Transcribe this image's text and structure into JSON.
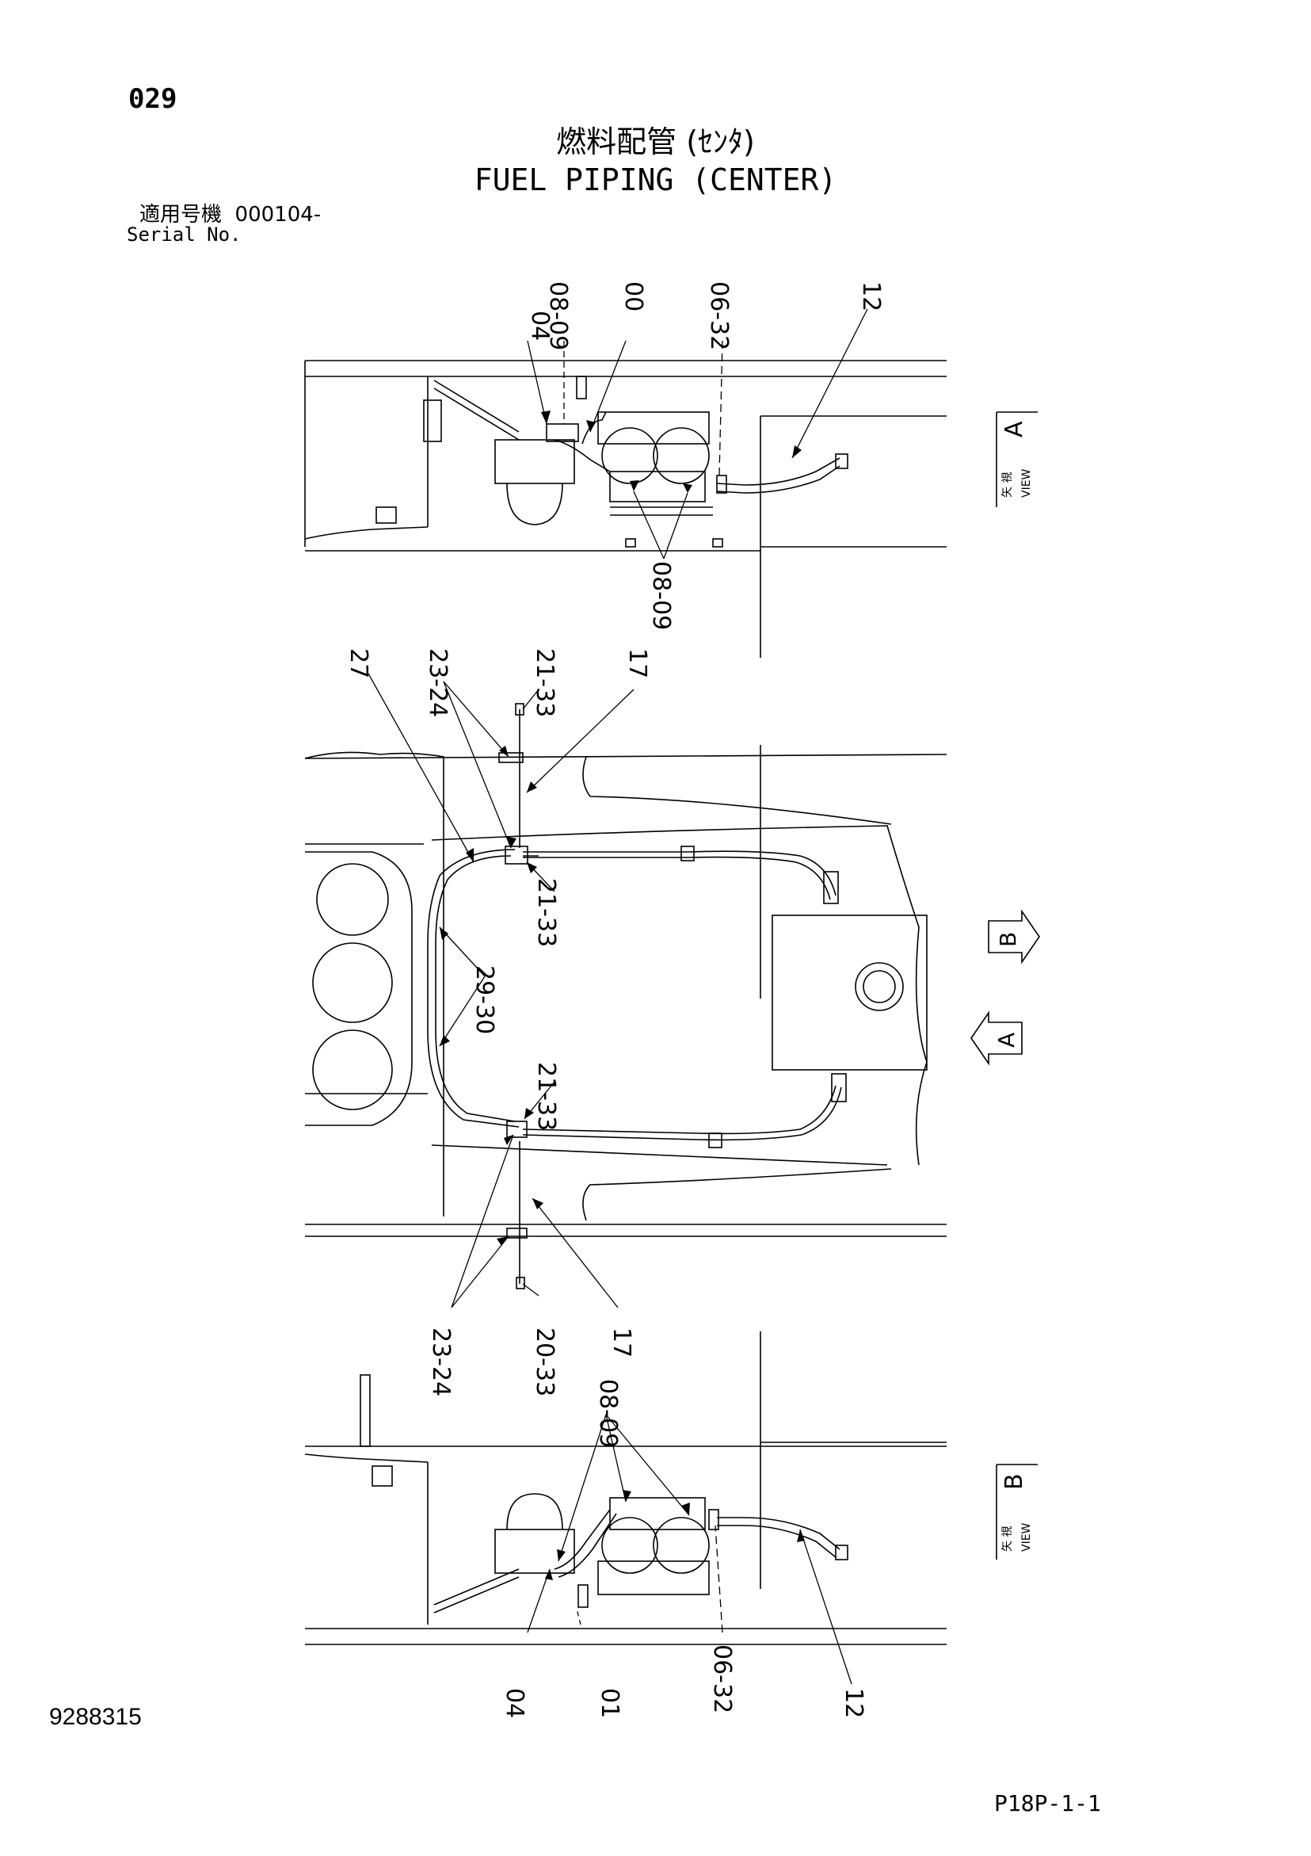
{
  "page_number": "029",
  "title_jp": "燃料配管 (ｾﾝﾀ)",
  "title_en": "FUEL PIPING (CENTER)",
  "serial_label_jp": "適用号機",
  "serial_value": "000104-",
  "serial_label_en": "Serial No.",
  "document_number": "9288315",
  "reference_code": "P18P-1-1",
  "view_a": {
    "label_jp": "矢 視",
    "label_en": "VIEW",
    "letter": "A"
  },
  "view_b": {
    "label_jp": "矢 視",
    "label_en": "VIEW",
    "letter": "B"
  },
  "arrow_a": "A",
  "arrow_b": "B",
  "callouts_top": [
    "04",
    "08-09",
    "00",
    "06-32",
    "12",
    "08-09"
  ],
  "callouts_middle": [
    "27",
    "23-24",
    "21-33",
    "17",
    "21-33",
    "29-30",
    "21-33",
    "23-24",
    "20-33",
    "17"
  ],
  "callouts_bottom": [
    "08-09",
    "04",
    "01",
    "06-32",
    "12"
  ],
  "colors": {
    "ink": "#000000",
    "paper": "#ffffff"
  }
}
